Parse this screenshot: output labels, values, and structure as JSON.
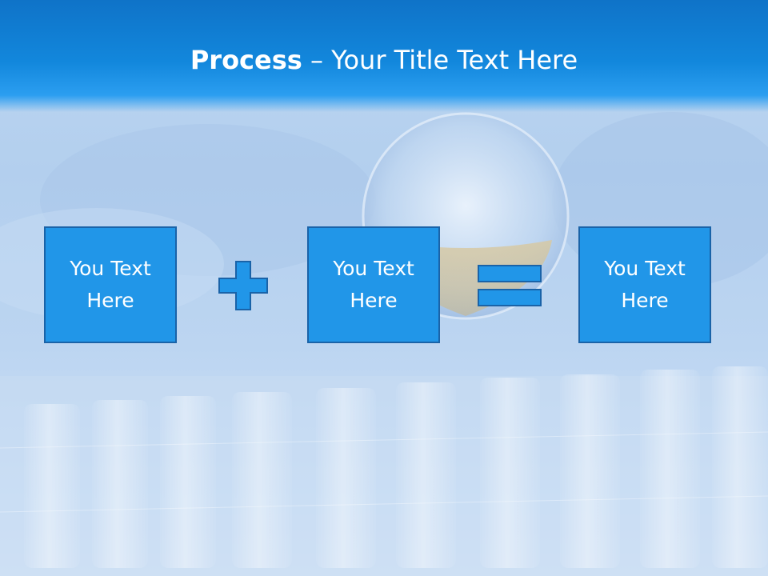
{
  "slide": {
    "title_bold": "Process",
    "title_rest": " – Your Title Text Here",
    "boxes": [
      {
        "text": "You Text\nHere"
      },
      {
        "text": "You Text\nHere"
      },
      {
        "text": "You Text\nHere"
      }
    ],
    "operators": [
      "plus-icon",
      "equals-icon"
    ]
  },
  "colors": {
    "header": "#1287dc",
    "box_fill": "#2196e8",
    "box_border": "#1a63a8",
    "text": "#ffffff"
  }
}
